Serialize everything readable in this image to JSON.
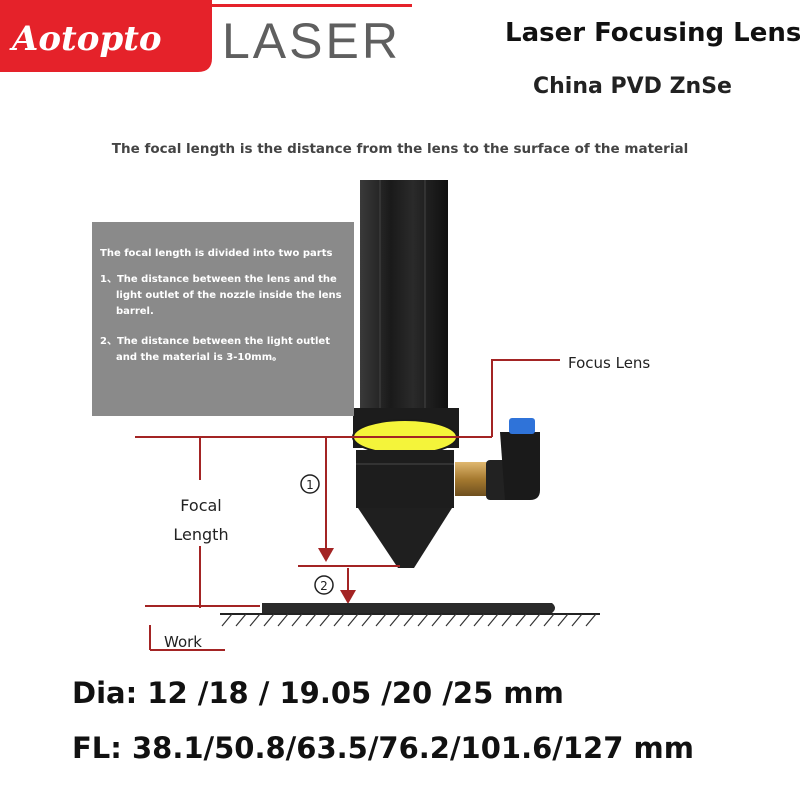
{
  "brand": {
    "logo_name": "Aotopto",
    "logo_suffix": "LASER",
    "accent_color": "#e5222a"
  },
  "product": {
    "title": "Laser Focusing Lens",
    "subtitle": "China PVD ZnSe"
  },
  "diagram": {
    "caption": "The focal length is the distance from the lens to the surface of the material",
    "info_box": {
      "heading": "The focal length is divided into two parts",
      "items": [
        "1、The distance between the lens and the light outlet of the nozzle inside the lens barrel.",
        "2、The distance between the light outlet and the material is 3-10mm。"
      ]
    },
    "labels": {
      "focus_lens": "Focus Lens",
      "focal_length": "Focal Length",
      "work": "Work",
      "marker_1": "1",
      "marker_2": "2"
    },
    "colors": {
      "lens": "#f4f43a",
      "lines": "#a32424",
      "barrel": "#1f1f1f",
      "fitting": "#b88b3e",
      "fitting_cap": "#2f73d9"
    }
  },
  "specs": {
    "diameter": "Dia: 12 /18 / 19.05 /20 /25 mm",
    "focal_lengths": "FL:  38.1/50.8/63.5/76.2/101.6/127 mm"
  }
}
